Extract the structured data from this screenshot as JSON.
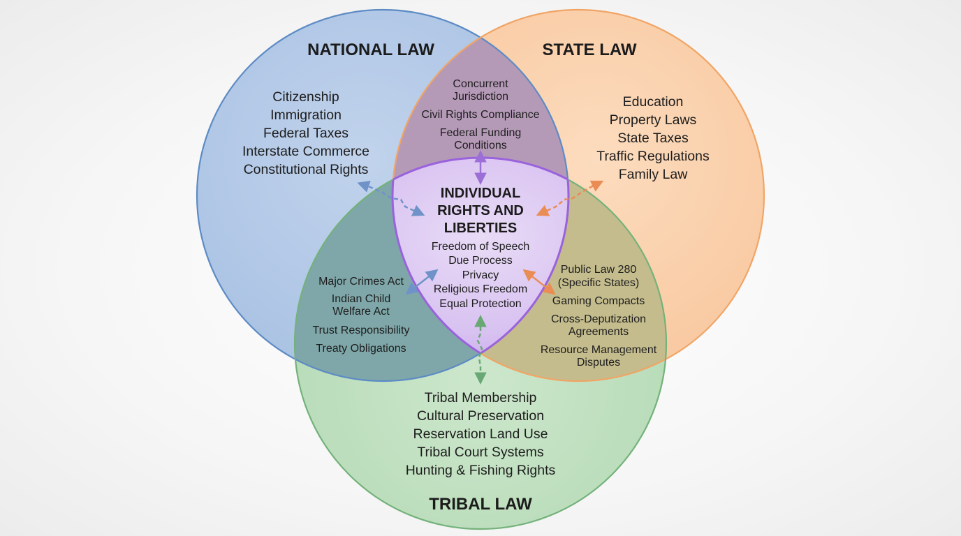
{
  "colors": {
    "national": "#5d8bc4",
    "state": "#f0a566",
    "tribal": "#74b27b",
    "rights": "#a26de0"
  },
  "national": {
    "title": "NATIONAL LAW",
    "items": [
      "Citizenship",
      "Immigration",
      "Federal Taxes",
      "Interstate Commerce",
      "Constitutional Rights"
    ]
  },
  "state": {
    "title": "STATE LAW",
    "items": [
      "Education",
      "Property Laws",
      "State Taxes",
      "Traffic Regulations",
      "Family Law"
    ]
  },
  "tribal": {
    "title": "TRIBAL LAW",
    "items": [
      "Tribal Membership",
      "Cultural Preservation",
      "Reservation Land Use",
      "Tribal Court Systems",
      "Hunting & Fishing Rights"
    ]
  },
  "national_state": {
    "items": [
      [
        "Concurrent",
        "Jurisdiction"
      ],
      [
        "Civil Rights Compliance"
      ],
      [
        "Federal Funding",
        "Conditions"
      ]
    ]
  },
  "national_tribal": {
    "items": [
      [
        "Major Crimes Act"
      ],
      [
        "Indian Child",
        "Welfare Act"
      ],
      [
        "Trust Responsibility"
      ],
      [
        "Treaty Obligations"
      ]
    ]
  },
  "state_tribal": {
    "items": [
      [
        "Public Law 280",
        "(Specific States)"
      ],
      [
        "Gaming Compacts"
      ],
      [
        "Cross-Deputization",
        "Agreements"
      ],
      [
        "Resource Management",
        "Disputes"
      ]
    ]
  },
  "center": {
    "title": [
      "INDIVIDUAL",
      "RIGHTS AND",
      "LIBERTIES"
    ],
    "items": [
      "Freedom of Speech",
      "Due Process",
      "Privacy",
      "Religious Freedom",
      "Equal Protection"
    ]
  }
}
